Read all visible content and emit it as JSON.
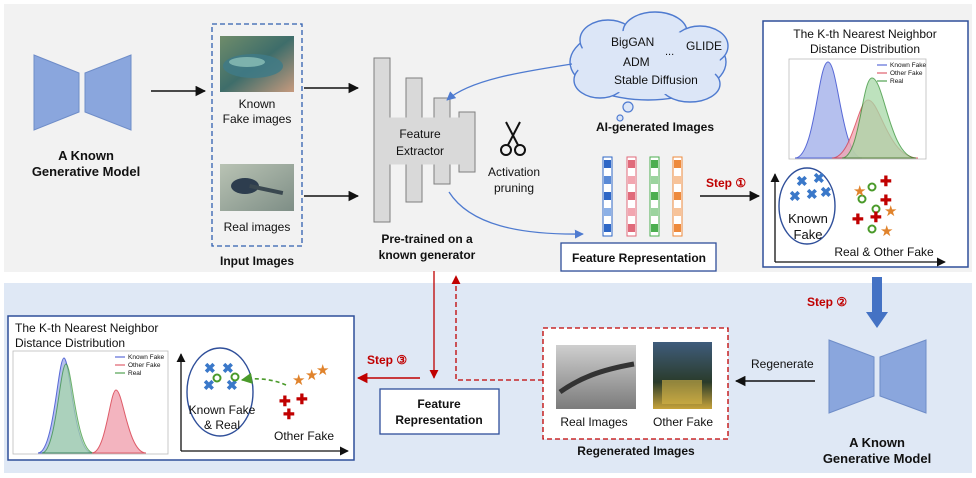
{
  "top_section": {
    "known_model_label_1": "A Known",
    "known_model_label_2": "Generative Model",
    "known_fake_label_1": "Known",
    "known_fake_label_2": "Fake images",
    "real_images_label": "Real images",
    "input_images_title": "Input Images",
    "feature_extractor_1": "Feature",
    "feature_extractor_2": "Extractor",
    "activation_pruning_1": "Activation",
    "activation_pruning_2": "pruning",
    "pretrained_1": "Pre-trained on a",
    "pretrained_2": "known generator",
    "cloud_biggan": "BigGAN",
    "cloud_glide": "GLIDE",
    "cloud_dots": "...",
    "cloud_adm": "ADM",
    "cloud_sd": "Stable Diffusion",
    "ai_generated_title": "AI-generated Images",
    "feature_rep_title": "Feature Representation",
    "step1": "Step ①",
    "knn_title_1": "The K-th Nearest Neighbor",
    "knn_title_2": "Distance Distribution",
    "known_fake_cluster_1": "Known",
    "known_fake_cluster_2": "Fake",
    "real_other_fake": "Real & Other Fake"
  },
  "bottom_section": {
    "step2": "Step ②",
    "regenerate": "Regenerate",
    "known_model_label_1": "A Known",
    "known_model_label_2": "Generative Model",
    "real_images": "Real Images",
    "other_fake": "Other Fake",
    "regenerated_title": "Regenerated Images",
    "feature_rep_1": "Feature",
    "feature_rep_2": "Representation",
    "step3": "Step ③",
    "knn_title_1": "The K-th Nearest Neighbor",
    "knn_title_2": "Distance Distribution",
    "known_real_1": "Known Fake",
    "known_real_2": "& Real",
    "other_fake_label": "Other Fake"
  },
  "legend_top": [
    "Known Fake",
    "Other Fake",
    "Real"
  ],
  "legend_bottom": [
    "Known Fake",
    "Other Fake",
    "Real"
  ],
  "colors": {
    "top_bg": "#f2f2f2",
    "bottom_bg": "#dfe8f5",
    "model_blue": "#8aa6dd",
    "panel_border": "#2f4f9a",
    "arrow_red": "#c00000",
    "step_red": "#c00000",
    "feature_bars": [
      "#2e67c6",
      "#e06a7a",
      "#4caf50",
      "#ee8a3c"
    ]
  }
}
